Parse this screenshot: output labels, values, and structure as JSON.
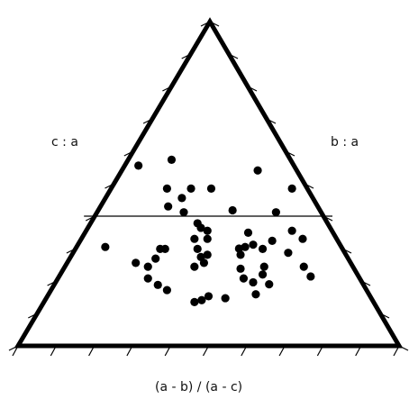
{
  "chart_data": {
    "type": "scatter",
    "subtype": "ternary",
    "title": "",
    "left_label": "c : a",
    "right_label": "b : a",
    "bottom_label": "(a - b) / (a - c)",
    "tick_labels_shown": false,
    "grid": false,
    "reference_line_height": 0.4,
    "colors": {
      "frame": "#000000",
      "points": "#000000",
      "line": "#000000"
    },
    "points": [
      {
        "x": 0.316,
        "y": 0.556
      },
      {
        "x": 0.403,
        "y": 0.574
      },
      {
        "x": 0.391,
        "y": 0.485
      },
      {
        "x": 0.454,
        "y": 0.485
      },
      {
        "x": 0.507,
        "y": 0.485
      },
      {
        "x": 0.43,
        "y": 0.456
      },
      {
        "x": 0.394,
        "y": 0.43
      },
      {
        "x": 0.435,
        "y": 0.412
      },
      {
        "x": 0.563,
        "y": 0.418
      },
      {
        "x": 0.629,
        "y": 0.541
      },
      {
        "x": 0.719,
        "y": 0.485
      },
      {
        "x": 0.677,
        "y": 0.412
      },
      {
        "x": 0.229,
        "y": 0.305
      },
      {
        "x": 0.309,
        "y": 0.256
      },
      {
        "x": 0.341,
        "y": 0.244
      },
      {
        "x": 0.361,
        "y": 0.269
      },
      {
        "x": 0.373,
        "y": 0.299
      },
      {
        "x": 0.386,
        "y": 0.299
      },
      {
        "x": 0.341,
        "y": 0.208
      },
      {
        "x": 0.367,
        "y": 0.188
      },
      {
        "x": 0.391,
        "y": 0.172
      },
      {
        "x": 0.471,
        "y": 0.378
      },
      {
        "x": 0.48,
        "y": 0.364
      },
      {
        "x": 0.497,
        "y": 0.355
      },
      {
        "x": 0.463,
        "y": 0.33
      },
      {
        "x": 0.497,
        "y": 0.33
      },
      {
        "x": 0.471,
        "y": 0.299
      },
      {
        "x": 0.48,
        "y": 0.274
      },
      {
        "x": 0.497,
        "y": 0.281
      },
      {
        "x": 0.463,
        "y": 0.244
      },
      {
        "x": 0.488,
        "y": 0.256
      },
      {
        "x": 0.463,
        "y": 0.135
      },
      {
        "x": 0.482,
        "y": 0.141
      },
      {
        "x": 0.5,
        "y": 0.153
      },
      {
        "x": 0.544,
        "y": 0.147
      },
      {
        "x": 0.58,
        "y": 0.3
      },
      {
        "x": 0.604,
        "y": 0.349
      },
      {
        "x": 0.596,
        "y": 0.305
      },
      {
        "x": 0.617,
        "y": 0.312
      },
      {
        "x": 0.642,
        "y": 0.299
      },
      {
        "x": 0.584,
        "y": 0.281
      },
      {
        "x": 0.584,
        "y": 0.238
      },
      {
        "x": 0.592,
        "y": 0.208
      },
      {
        "x": 0.617,
        "y": 0.196
      },
      {
        "x": 0.642,
        "y": 0.22
      },
      {
        "x": 0.646,
        "y": 0.244
      },
      {
        "x": 0.659,
        "y": 0.19
      },
      {
        "x": 0.667,
        "y": 0.324
      },
      {
        "x": 0.709,
        "y": 0.287
      },
      {
        "x": 0.719,
        "y": 0.355
      },
      {
        "x": 0.747,
        "y": 0.33
      },
      {
        "x": 0.75,
        "y": 0.244
      },
      {
        "x": 0.768,
        "y": 0.214
      },
      {
        "x": 0.624,
        "y": 0.159
      }
    ]
  }
}
